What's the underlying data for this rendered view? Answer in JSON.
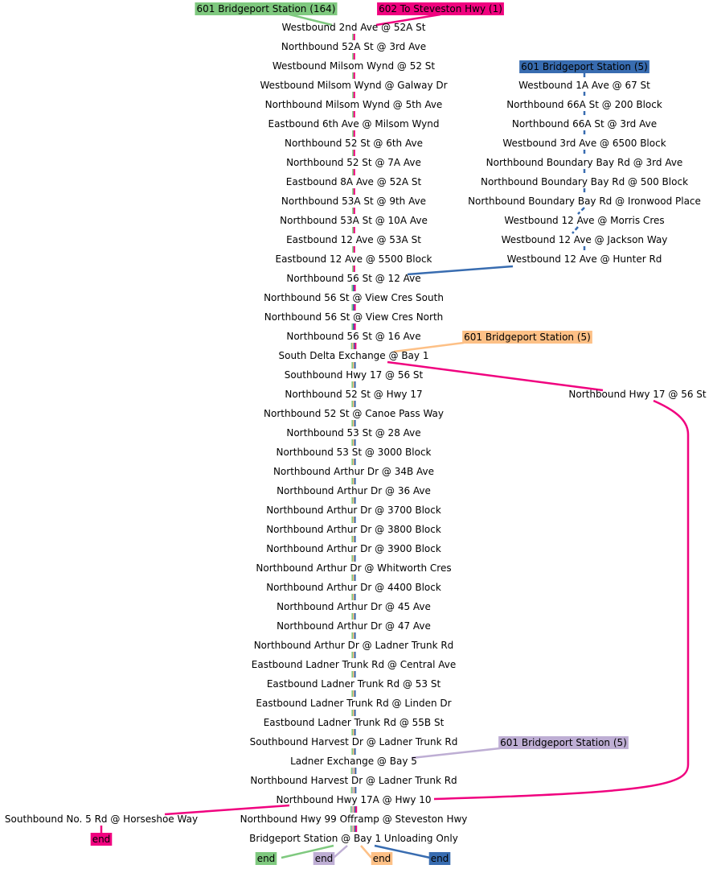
{
  "palette": {
    "green": "#7fc97f",
    "magenta": "#f0027f",
    "blue": "#386cb0",
    "orange": "#fdc086",
    "purple": "#beaed4"
  },
  "routes": {
    "green": {
      "start": "601 Bridgeport Station (164)",
      "end": "end"
    },
    "magenta": {
      "start": "602 To Steveston Hwy (1)",
      "end": "end"
    },
    "blue": {
      "start": "601 Bridgeport Station (5)",
      "end": "end"
    },
    "orange": {
      "start": "601 Bridgeport Station (5)",
      "end": "end"
    },
    "purple": {
      "start": "601 Bridgeport Station (5)",
      "end": "end"
    }
  },
  "main_stops": [
    "Westbound 2nd Ave @ 52A St",
    "Northbound 52A St @ 3rd Ave",
    "Westbound Milsom Wynd @ 52 St",
    "Westbound Milsom Wynd @ Galway Dr",
    "Northbound Milsom Wynd @ 5th Ave",
    "Eastbound 6th Ave @ Milsom Wynd",
    "Northbound 52 St @ 6th Ave",
    "Northbound 52 St @ 7A Ave",
    "Eastbound 8A Ave @ 52A St",
    "Northbound 53A St @ 9th Ave",
    "Northbound 53A St @ 10A Ave",
    "Eastbound 12 Ave @ 53A St",
    "Eastbound 12 Ave @ 5500 Block",
    "Northbound 56 St @ 12 Ave",
    "Northbound 56 St @ View Cres South",
    "Northbound 56 St @ View Cres North",
    "Northbound 56 St @ 16 Ave",
    "South Delta Exchange @ Bay 1",
    "Southbound Hwy 17 @ 56 St",
    "Northbound 52 St @ Hwy 17",
    "Northbound 52 St @ Canoe Pass Way",
    "Northbound 53 St @ 28 Ave",
    "Northbound 53 St @ 3000 Block",
    "Northbound Arthur Dr @ 34B Ave",
    "Northbound Arthur Dr @ 36 Ave",
    "Northbound Arthur Dr @ 3700 Block",
    "Northbound Arthur Dr @ 3800 Block",
    "Northbound Arthur Dr @ 3900 Block",
    "Northbound Arthur Dr @ Whitworth Cres",
    "Northbound Arthur Dr @ 4400 Block",
    "Northbound Arthur Dr @ 45 Ave",
    "Northbound Arthur Dr @ 47 Ave",
    "Northbound Arthur Dr @ Ladner Trunk Rd",
    "Eastbound Ladner Trunk Rd @ Central Ave",
    "Eastbound Ladner Trunk Rd @ 53 St",
    "Eastbound Ladner Trunk Rd @ Linden Dr",
    "Eastbound Ladner Trunk Rd @ 55B St",
    "Southbound Harvest Dr @ Ladner Trunk Rd",
    "Ladner Exchange @ Bay 5",
    "Northbound Harvest Dr @ Ladner Trunk Rd",
    "Northbound Hwy 17A @ Hwy 10",
    "Northbound Hwy 99 Offramp @ Steveston Hwy",
    "Bridgeport Station @ Bay 1 Unloading Only"
  ],
  "branch_stops": [
    "Westbound 1A Ave @ 67 St",
    "Northbound 66A St @ 200 Block",
    "Northbound 66A St @ 3rd Ave",
    "Westbound 3rd Ave @ 6500 Block",
    "Northbound Boundary Bay Rd @ 3rd Ave",
    "Northbound Boundary Bay Rd @ 500 Block",
    "Northbound Boundary Bay Rd @ Ironwood Place",
    "Westbound 12 Ave @ Morris Cres",
    "Westbound 12 Ave @ Jackson Way",
    "Westbound 12 Ave @ Hunter Rd"
  ],
  "side_stops": {
    "hwy17": "Northbound Hwy 17 @ 56 St",
    "no5rd": "Southbound No. 5 Rd @ Horseshoe Way"
  }
}
